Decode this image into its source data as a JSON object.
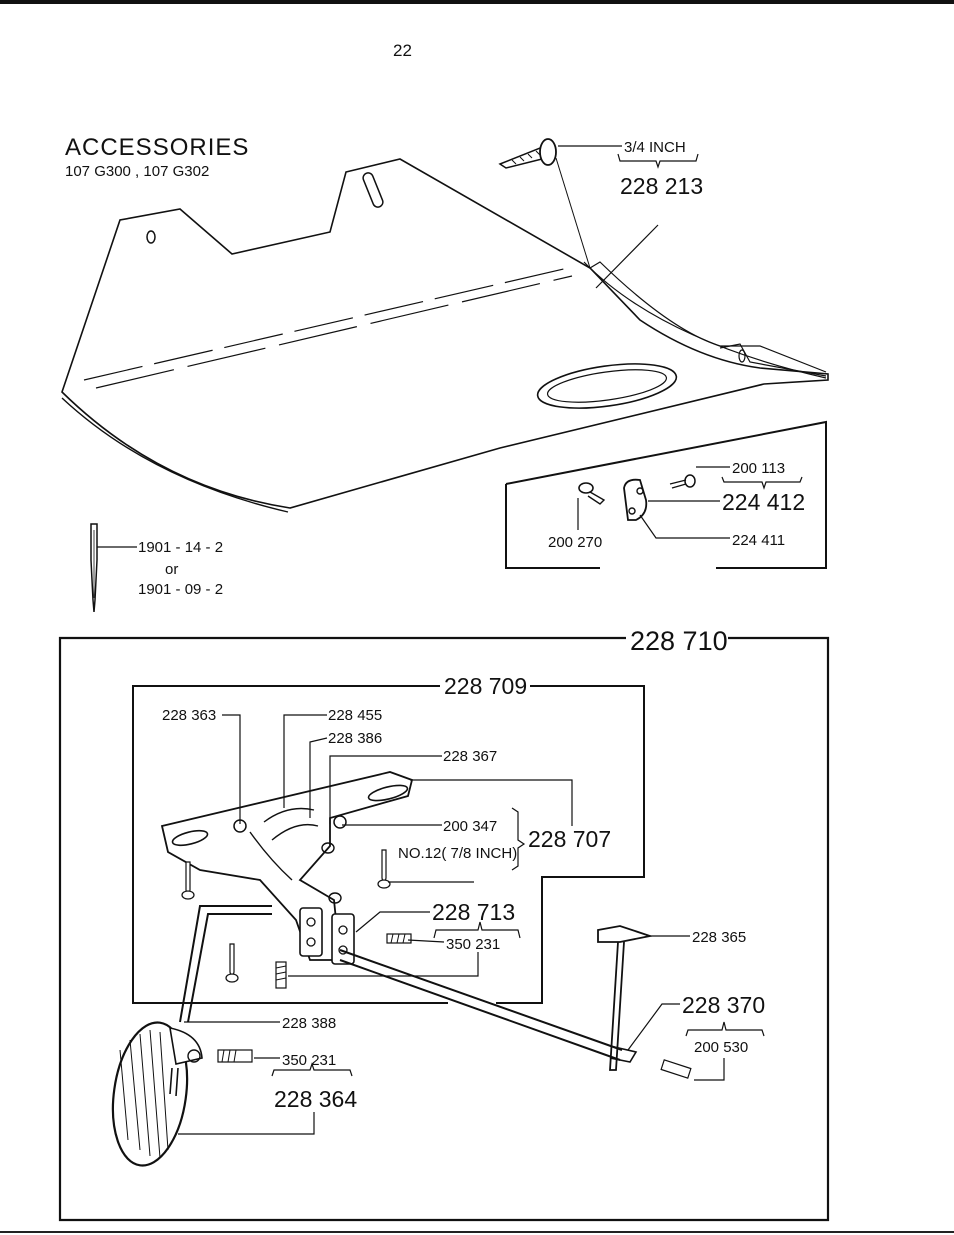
{
  "page_number": "22",
  "header": {
    "title": "ACCESSORIES",
    "subtitle": "107 G300  ,  107 G302"
  },
  "upper_parts": {
    "screw_size": "3/4 INCH",
    "cover": "228 213",
    "screw_a": "200 113",
    "bracket": "224 412",
    "screw_b": "200 270",
    "bracket_part": "224 411"
  },
  "needle": {
    "option_a": "1901 - 14 - 2",
    "or_text": "or",
    "option_b": "1901 - 09 - 2"
  },
  "assembly": {
    "outer": "228 710",
    "inner": "228 709",
    "group": "228 707",
    "parts": {
      "p228363": "228 363",
      "p228455": "228 455",
      "p228386": "228 386",
      "p228367": "228 367",
      "p200347": "200 347",
      "wood_screw": "NO.12( 7/8 INCH)",
      "p228713": "228 713",
      "p350231_a": "350 231",
      "p228365": "228 365",
      "p228370": "228 370",
      "p200530": "200 530",
      "p228388": "228 388",
      "p350231_b": "350 231",
      "p228364": "228 364"
    }
  }
}
